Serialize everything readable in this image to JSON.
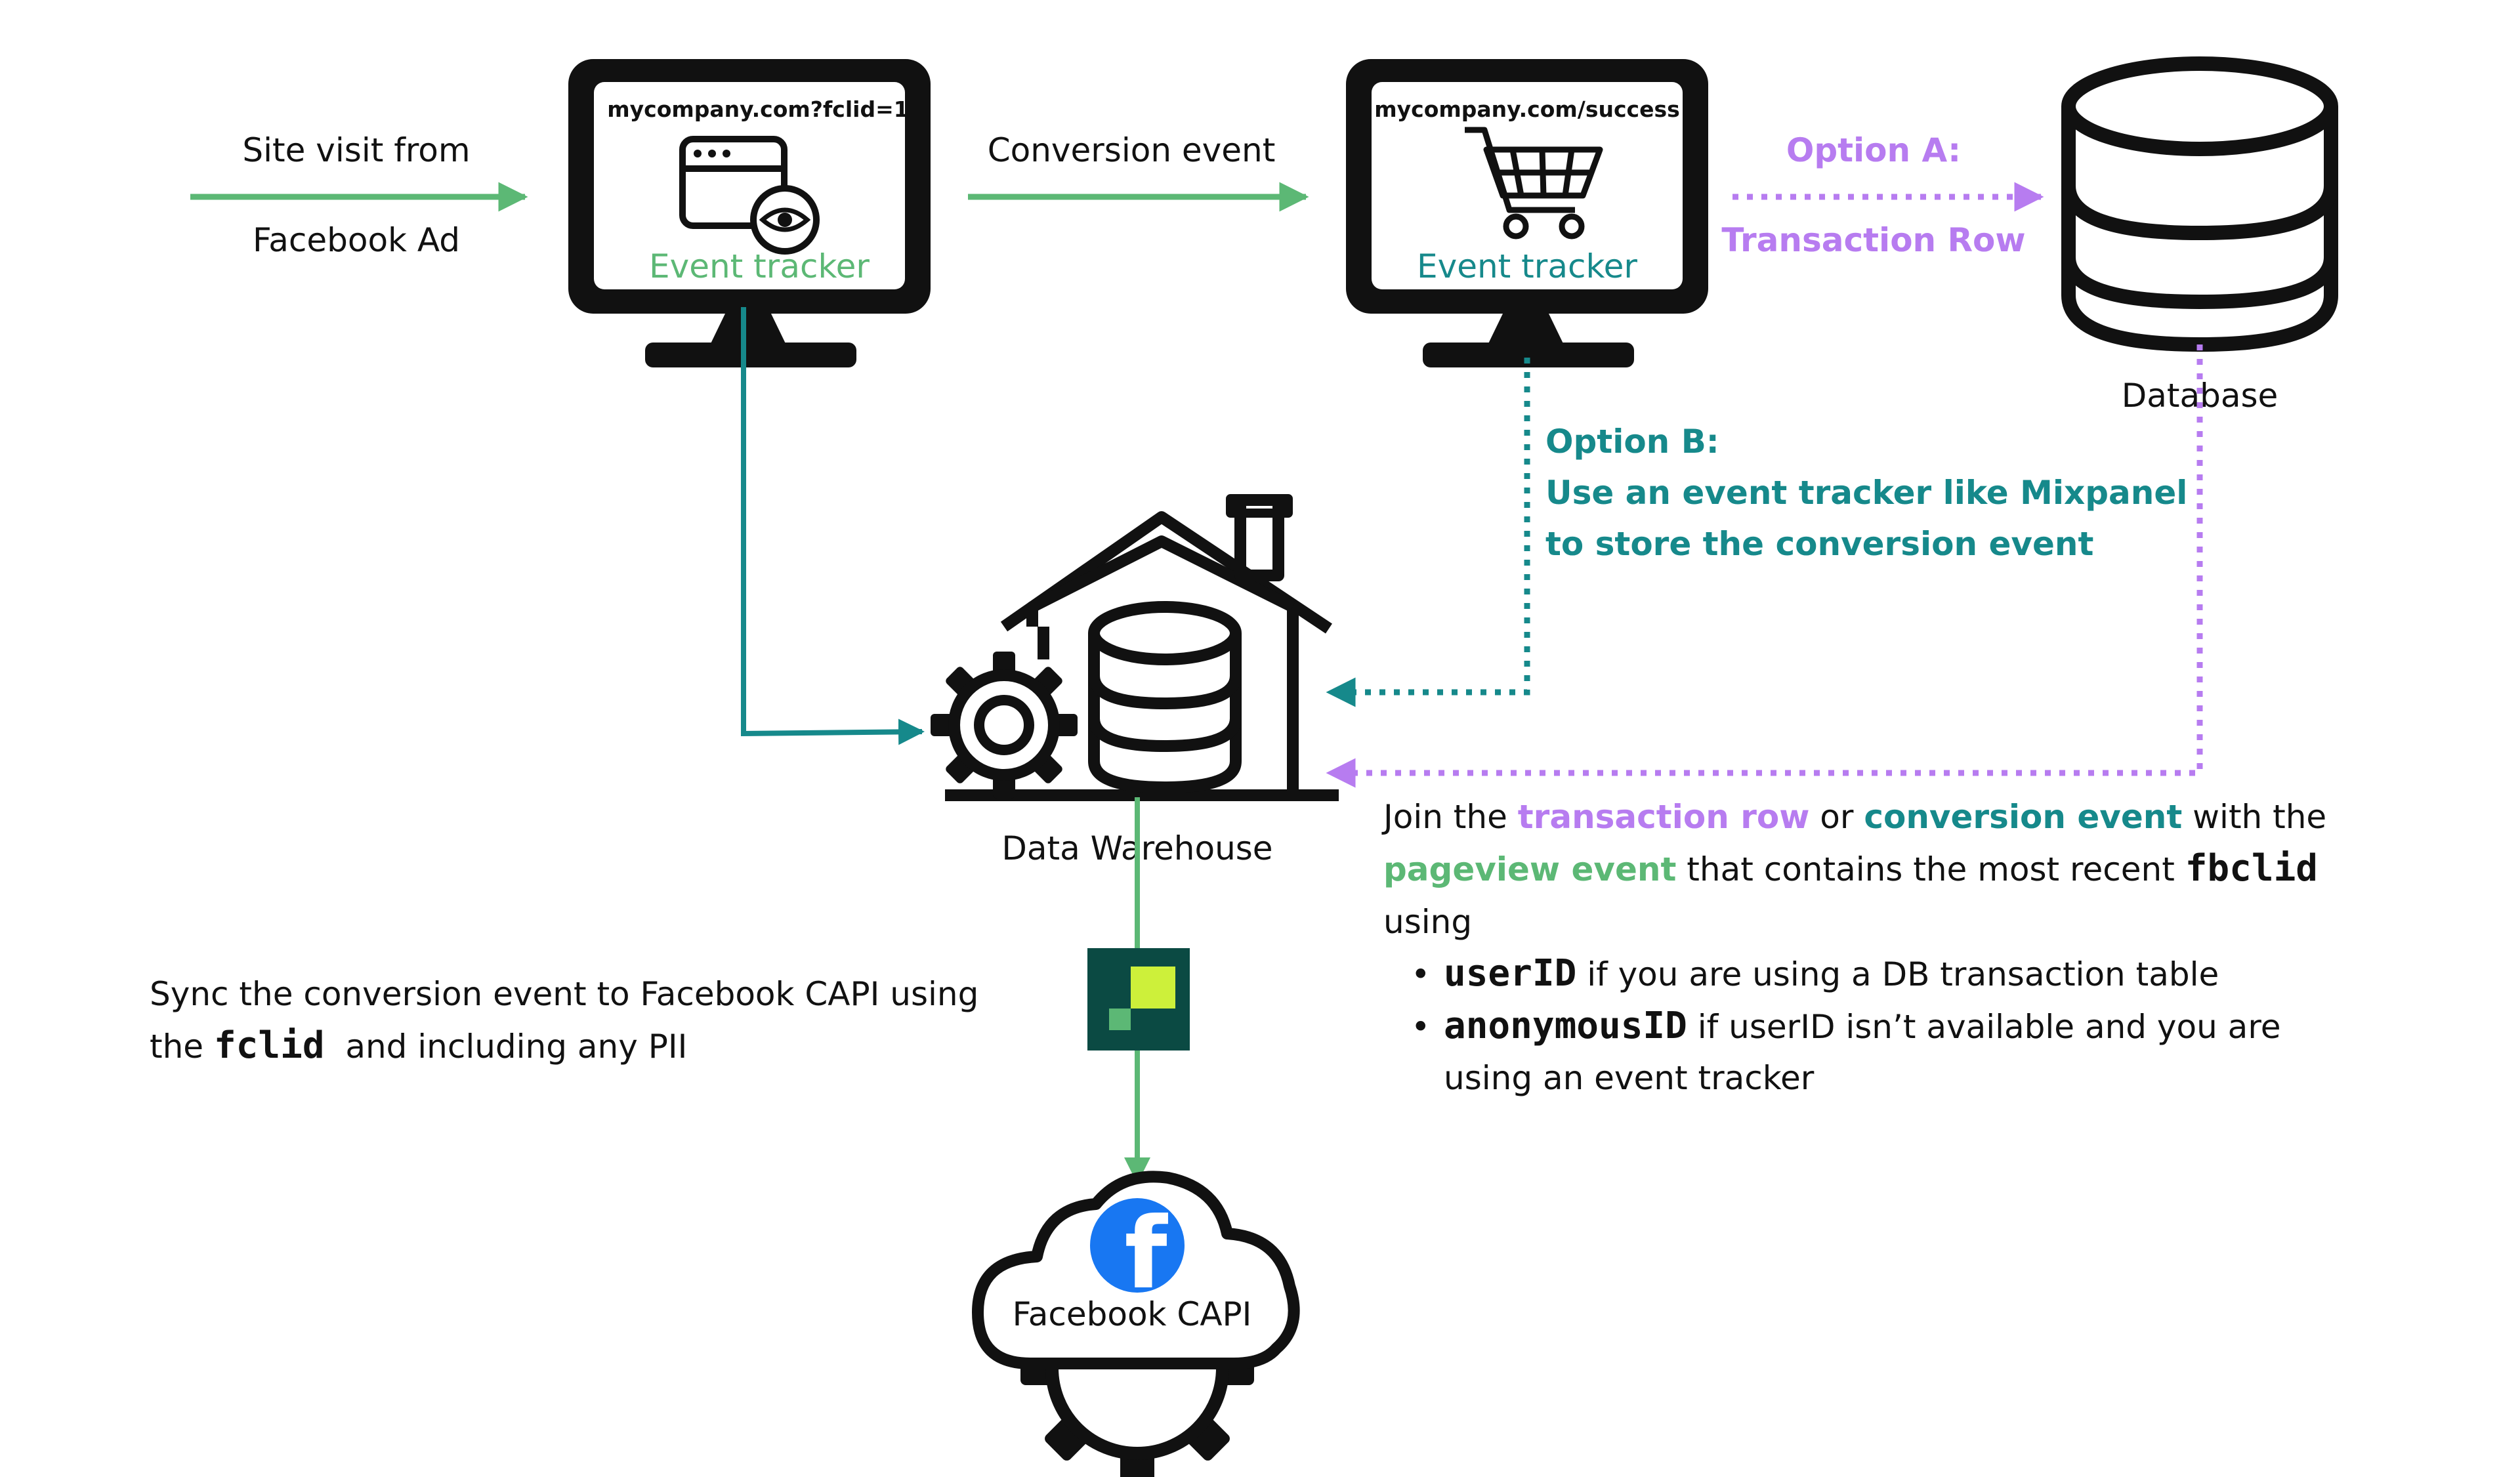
{
  "left_label": {
    "line1": "Site visit from",
    "line2": "Facebook Ad"
  },
  "monitor_left": {
    "url": "mycompany.com?fclid=1",
    "caption": "Event tracker"
  },
  "conversion_label": "Conversion event",
  "monitor_right": {
    "url_prefix": "mycompany.com/",
    "url_path": "success",
    "caption": "Event tracker"
  },
  "option_a": {
    "line1": "Option A:",
    "line2": "Transaction Row"
  },
  "database_label": "Database",
  "option_b": {
    "line1": "Option B:",
    "line2": "Use an event tracker like Mixpanel",
    "line3": "to store the conversion event"
  },
  "warehouse_label": "Data Warehouse",
  "join_text": {
    "l1_a": "Join the ",
    "l1_b": "transaction row",
    "l1_c": " or ",
    "l1_d": "conversion event",
    "l1_e": " with the",
    "l2_a": "pageview event",
    "l2_b": " that contains the most recent ",
    "l2_c": "fbclid",
    "l3": "using",
    "b1_code": "userID",
    "b1_text": " if you are using a DB transaction table",
    "b2_code": "anonymousID",
    "b2_text": " if userID isn’t available and you are",
    "b2_text2": "using an event tracker",
    "bullet": "•"
  },
  "sync_text": {
    "line1": "Sync the conversion event to Facebook CAPI using",
    "line2_a": "the ",
    "line2_code": "fclid",
    "line2_b": "  and including any PII"
  },
  "facebook_label": "Facebook CAPI",
  "facebook_logo": "f",
  "colors": {
    "green": "#5cb875",
    "teal": "#16898b",
    "purple": "#b77cf0",
    "black": "#111111",
    "facebook_blue": "#1877f2",
    "hightouch_dark": "#0b4a43",
    "hightouch_lime": "#cdf03a"
  }
}
